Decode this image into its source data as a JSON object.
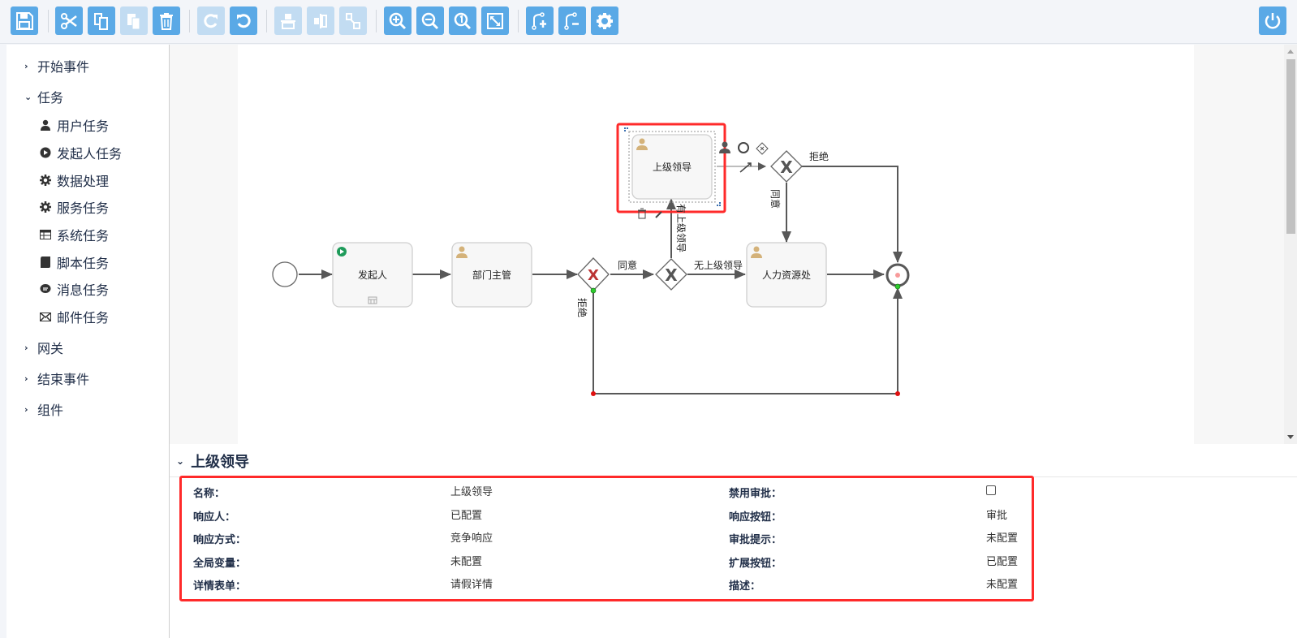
{
  "toolbar": {
    "buttons": [
      {
        "name": "save",
        "icon": "save-icon",
        "enabled": true
      },
      {
        "name": "cut",
        "icon": "scissors-icon",
        "enabled": true
      },
      {
        "name": "copy",
        "icon": "copy-icon",
        "enabled": true
      },
      {
        "name": "paste",
        "icon": "paste-icon",
        "enabled": false
      },
      {
        "name": "delete",
        "icon": "trash-icon",
        "enabled": true
      },
      {
        "name": "redo",
        "icon": "redo-icon",
        "enabled": false
      },
      {
        "name": "undo",
        "icon": "undo-icon",
        "enabled": true
      },
      {
        "name": "align-horizontal",
        "icon": "align-horizontal-icon",
        "enabled": false
      },
      {
        "name": "align-vertical",
        "icon": "align-vertical-icon",
        "enabled": false
      },
      {
        "name": "same-size",
        "icon": "same-size-icon",
        "enabled": false
      },
      {
        "name": "zoom-in",
        "icon": "zoom-in-icon",
        "enabled": true
      },
      {
        "name": "zoom-out",
        "icon": "zoom-out-icon",
        "enabled": true
      },
      {
        "name": "zoom-actual",
        "icon": "zoom-actual-icon",
        "enabled": true
      },
      {
        "name": "zoom-fit",
        "icon": "zoom-fit-icon",
        "enabled": true
      },
      {
        "name": "add-bendpoint",
        "icon": "add-bendpoint-icon",
        "enabled": true
      },
      {
        "name": "remove-bendpoint",
        "icon": "remove-bendpoint-icon",
        "enabled": true
      },
      {
        "name": "settings",
        "icon": "gear-icon",
        "enabled": true
      }
    ],
    "power": {
      "icon": "power-icon"
    }
  },
  "sidebar": {
    "groups": [
      {
        "label": "开始事件",
        "expanded": false
      },
      {
        "label": "任务",
        "expanded": true,
        "items": [
          {
            "label": "用户任务",
            "icon": "user-icon"
          },
          {
            "label": "发起人任务",
            "icon": "play-circle-icon"
          },
          {
            "label": "数据处理",
            "icon": "gear-icon"
          },
          {
            "label": "服务任务",
            "icon": "gear-icon"
          },
          {
            "label": "系统任务",
            "icon": "table-icon"
          },
          {
            "label": "脚本任务",
            "icon": "script-icon"
          },
          {
            "label": "消息任务",
            "icon": "message-icon"
          },
          {
            "label": "邮件任务",
            "icon": "envelope-icon"
          }
        ]
      },
      {
        "label": "网关",
        "expanded": false
      },
      {
        "label": "结束事件",
        "expanded": false
      },
      {
        "label": "组件",
        "expanded": false
      }
    ]
  },
  "diagram": {
    "tasks": {
      "initiator": "发起人",
      "dept_manager": "部门主管",
      "superior": "上级领导",
      "hr": "人力资源处"
    },
    "flow_labels": {
      "agree": "同意",
      "reject_bottom": "拒绝",
      "has_superior": "有上级领导",
      "no_superior": "无上级领导",
      "reject_top": "拒绝",
      "agree_vertical": "同意"
    },
    "selected": "上级领导"
  },
  "properties": {
    "title": "上级领导",
    "left": [
      {
        "label": "名称：",
        "value": "上级领导"
      },
      {
        "label": "响应人：",
        "value": "已配置"
      },
      {
        "label": "响应方式：",
        "value": "竞争响应"
      },
      {
        "label": "全局变量：",
        "value": "未配置"
      },
      {
        "label": "详情表单：",
        "value": "请假详情"
      }
    ],
    "right": [
      {
        "label": "禁用审批：",
        "value": "",
        "checkbox": true,
        "checked": false
      },
      {
        "label": "响应按钮：",
        "value": "审批"
      },
      {
        "label": "审批提示：",
        "value": "未配置"
      },
      {
        "label": "扩展按钮：",
        "value": "已配置"
      },
      {
        "label": "描述：",
        "value": "未配置"
      }
    ]
  },
  "colors": {
    "accent": "#5aa9e6",
    "selection": "#ff2a2a",
    "user_icon": "#d4b27a",
    "start_icon": "#1e9b5a"
  }
}
